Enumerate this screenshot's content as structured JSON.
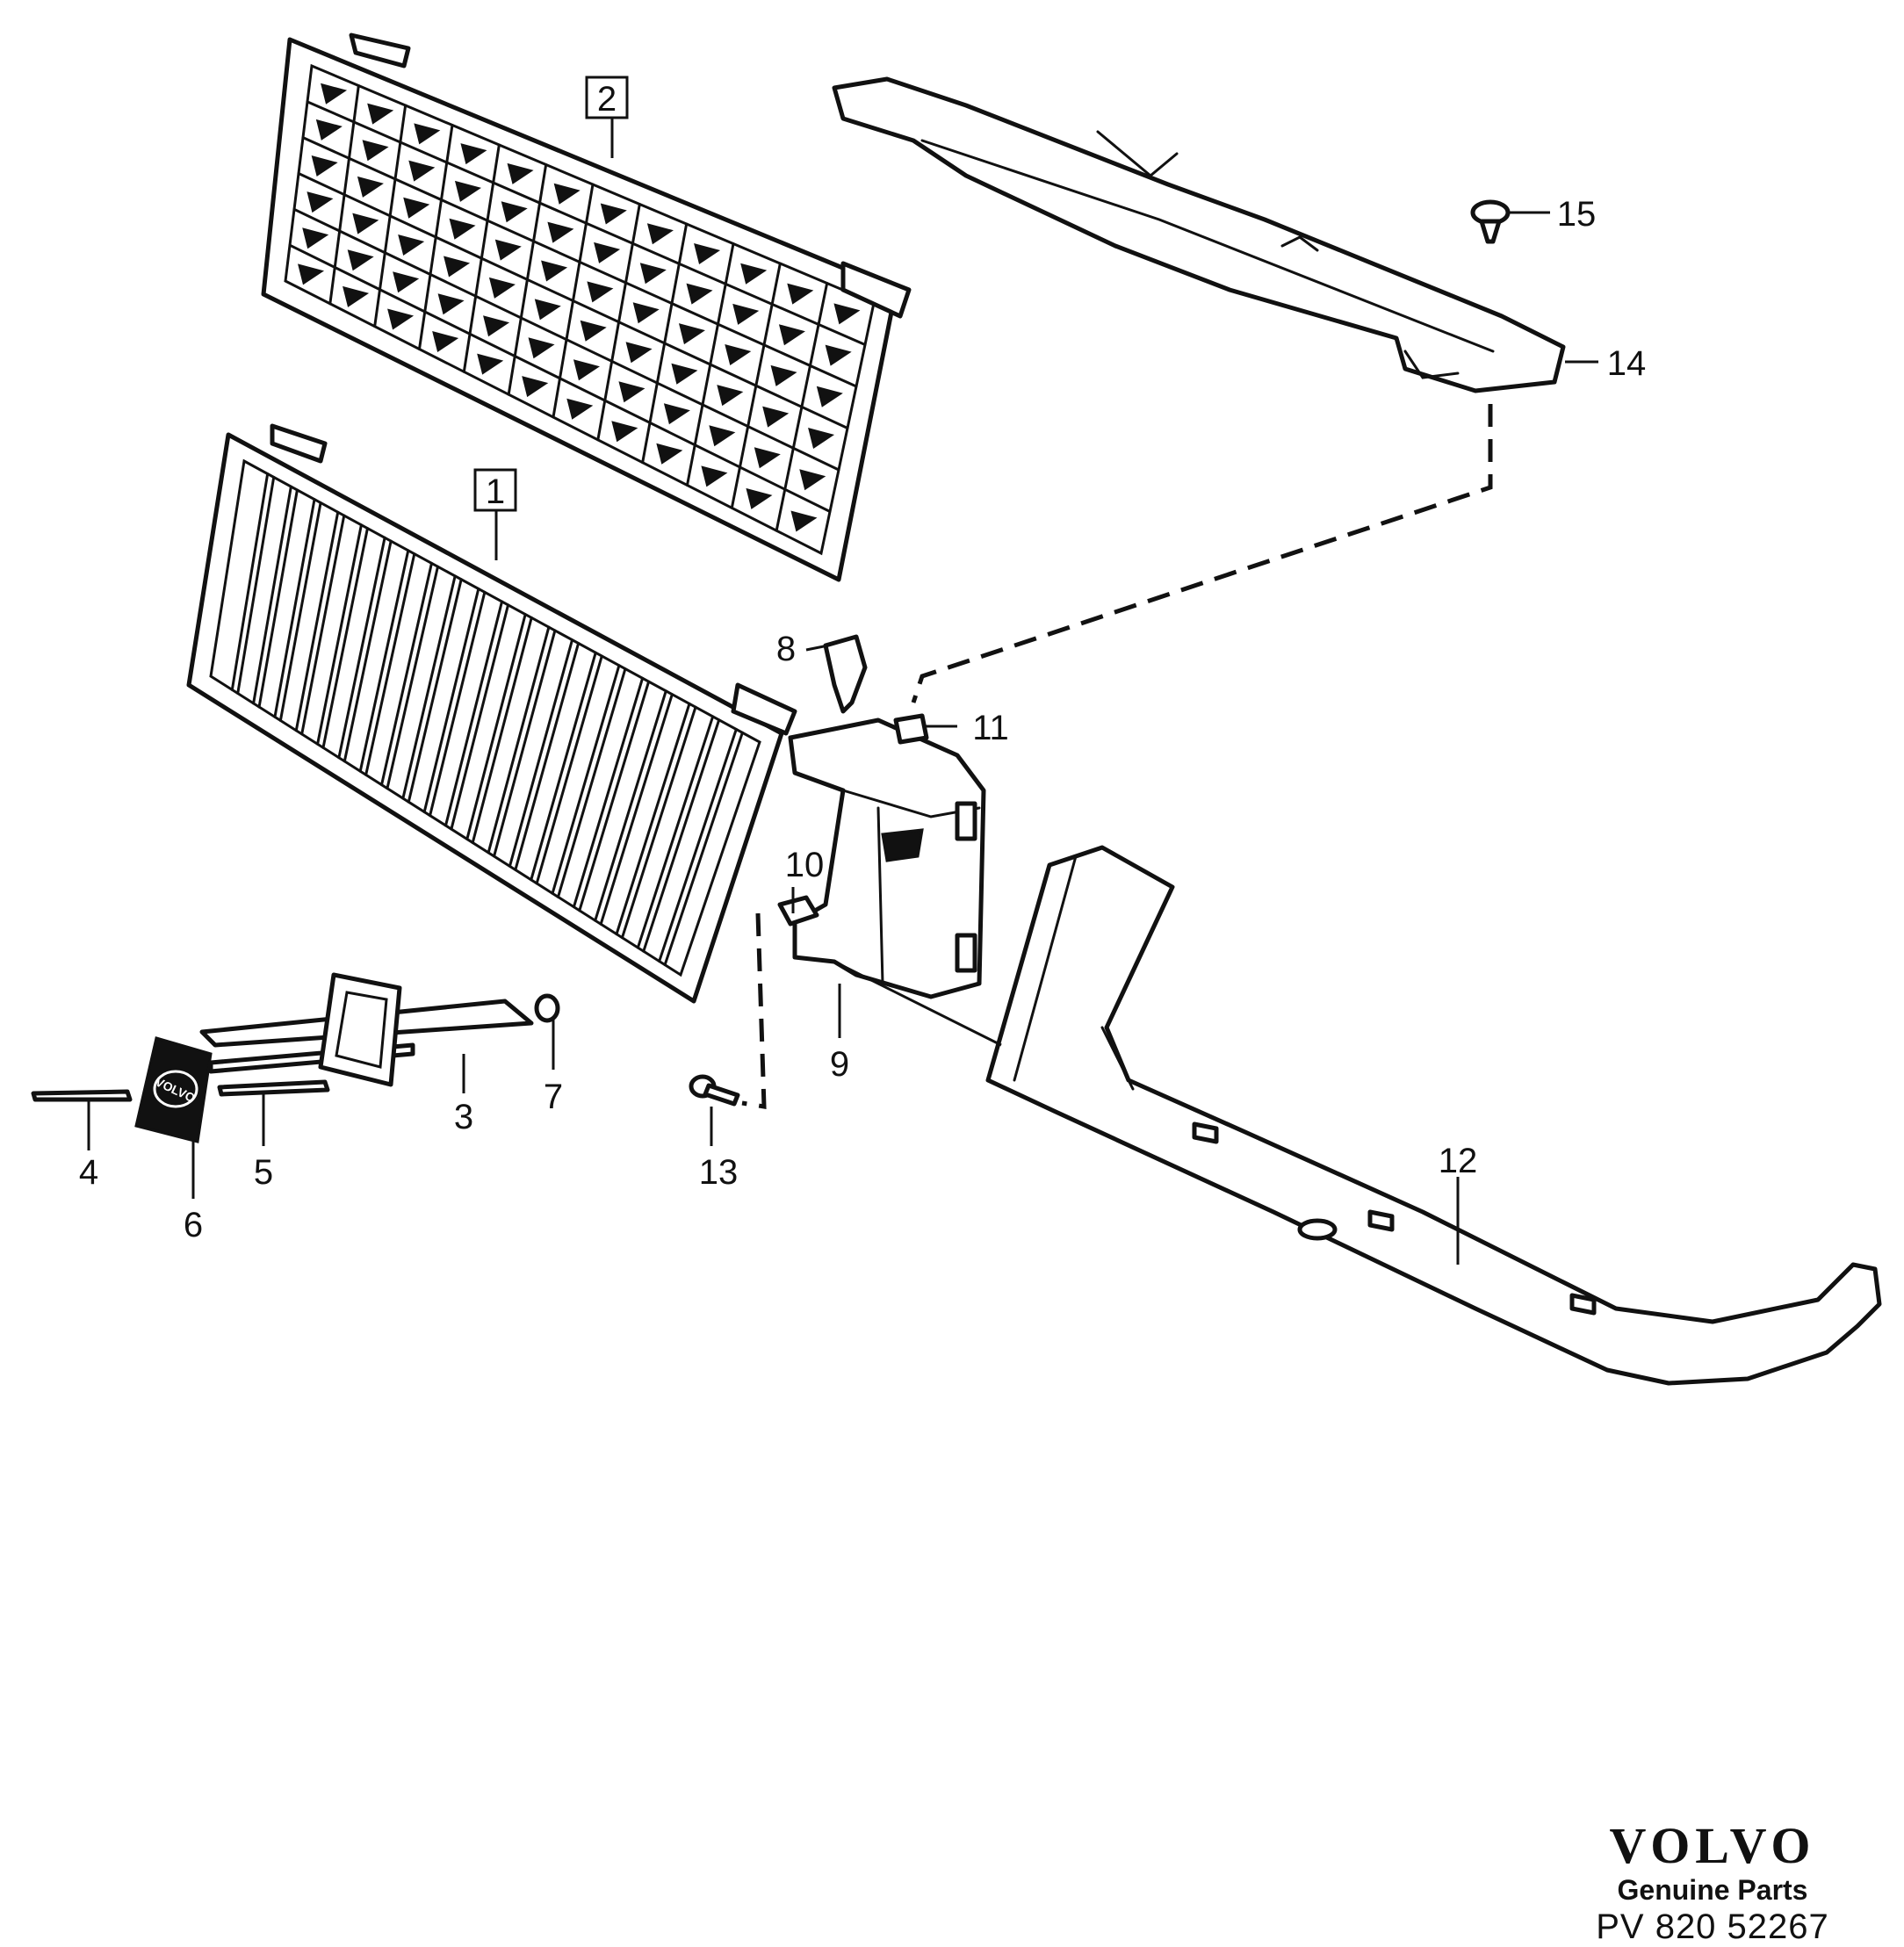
{
  "callouts": {
    "c1": "1",
    "c2": "2",
    "c3": "3",
    "c4": "4",
    "c5": "5",
    "c6": "6",
    "c7": "7",
    "c8": "8",
    "c9": "9",
    "c10": "10",
    "c11": "11",
    "c12": "12",
    "c13": "13",
    "c14": "14",
    "c15": "15"
  },
  "badge_text": "VOLVO",
  "brand": {
    "logo": "VOLVO",
    "subtitle": "Genuine Parts",
    "code": "PV 820  52267"
  }
}
